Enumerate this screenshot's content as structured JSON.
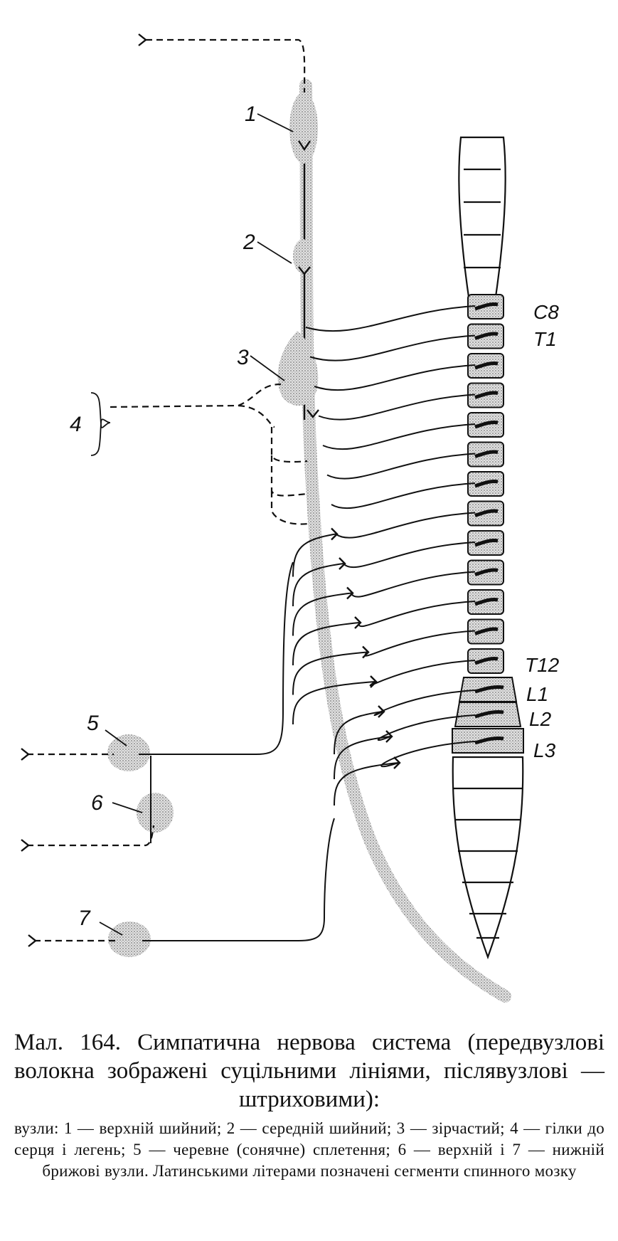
{
  "diagram": {
    "ganglion_labels": [
      "1",
      "2",
      "3",
      "4",
      "5",
      "6",
      "7"
    ],
    "segment_labels": [
      "C8",
      "T1",
      "T12",
      "L1",
      "L2",
      "L3"
    ]
  },
  "caption": {
    "title": "Мал. 164. Симпатична нервова система (передвузлові волокна зображені суцільними лініями, післявузлові — штриховими):",
    "legend": "вузли: 1 — верхній шийний; 2 — середній шийний; 3 — зірчастий; 4 — гілки до серця і легень; 5 — черевне (сонячне) сплетення; 6 — верхній і 7 — нижній брижові вузли. Латинськими літерами позначені сегменти спинного мозку"
  }
}
